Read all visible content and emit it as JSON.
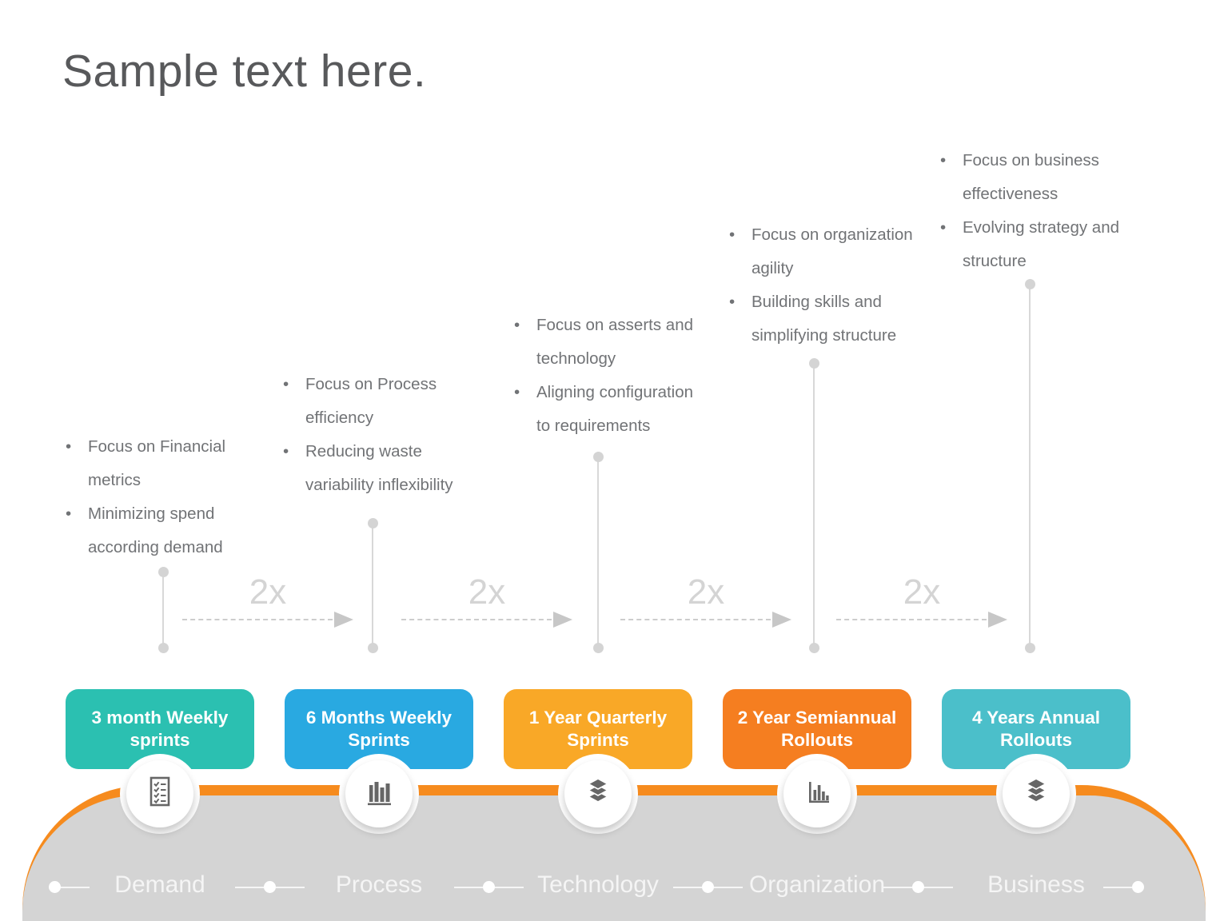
{
  "title": "Sample text here.",
  "columns": [
    {
      "bullets": [
        "Focus on Financial\nmetrics",
        "Minimizing spend\naccording demand"
      ]
    },
    {
      "bullets": [
        "Focus on Process\nefficiency",
        "Reducing waste\nvariability inflexibility"
      ]
    },
    {
      "bullets": [
        "Focus on asserts and\ntechnology",
        "Aligning configuration\nto requirements"
      ]
    },
    {
      "bullets": [
        "Focus on organization\nagility",
        "Building skills and\nsimplifying structure"
      ]
    },
    {
      "bullets": [
        "Focus on business\neffectiveness",
        "Evolving strategy and\nstructure"
      ]
    }
  ],
  "multipliers": [
    "2x",
    "2x",
    "2x",
    "2x"
  ],
  "milestones": [
    {
      "label": "3 month Weekly sprints",
      "color": "#2bc0b1",
      "icon": "checklist-icon"
    },
    {
      "label": "6 Months Weekly Sprints",
      "color": "#29a9e1",
      "icon": "books-shelf-icon"
    },
    {
      "label": "1 Year Quarterly Sprints",
      "color": "#f9a827",
      "icon": "book-stack-icon"
    },
    {
      "label": "2 Year Semiannual Rollouts",
      "color": "#f57e20",
      "icon": "bar-chart-icon"
    },
    {
      "label": "4 Years Annual Rollouts",
      "color": "#4bbfca",
      "icon": "book-stack-icon"
    }
  ],
  "phases": [
    "Demand",
    "Process",
    "Technology",
    "Organization",
    "Business"
  ],
  "colors": {
    "stripe_orange": "#f68b1e",
    "band_gray": "#d4d4d4",
    "body_text": "#717376",
    "title_text": "#58595b",
    "light_graphics": "#d4d4d4",
    "icon_gray": "#666666"
  }
}
